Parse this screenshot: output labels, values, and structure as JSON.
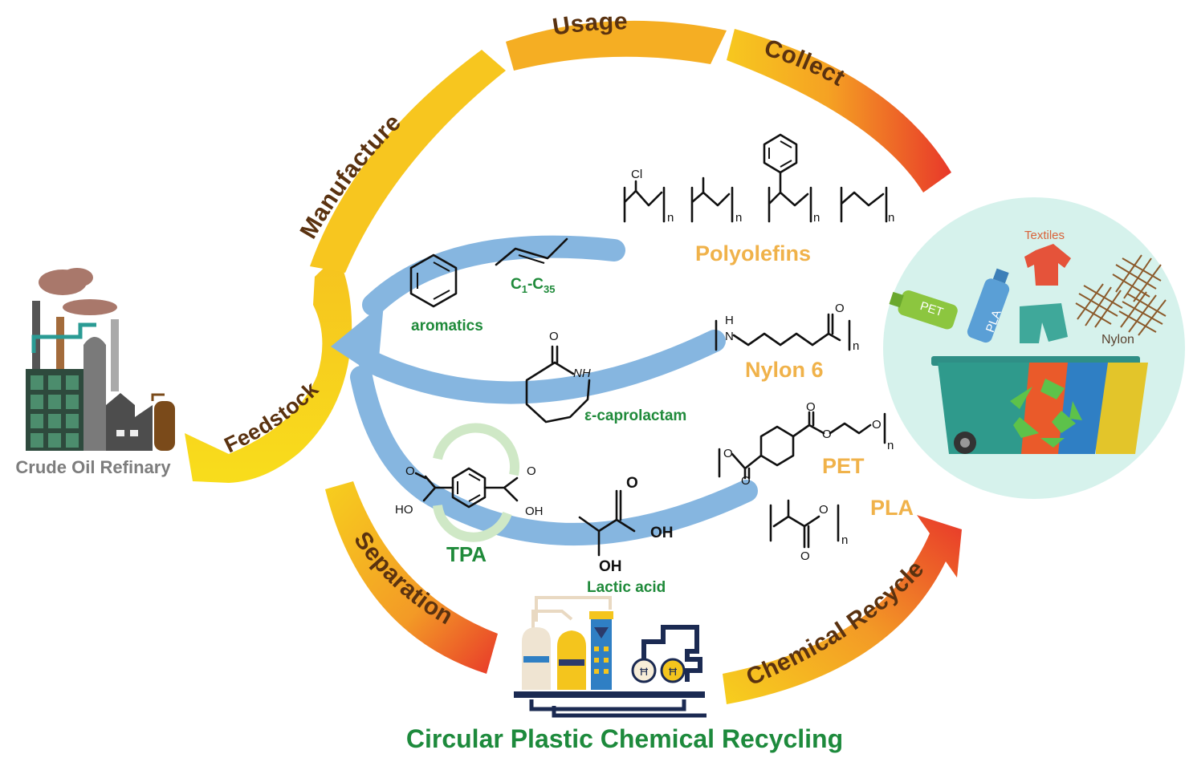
{
  "title": "Circular Plastic Chemical Recycling",
  "refinery_label": "Crude Oil Refinary",
  "cycle_steps": {
    "manufacture": "Manufacture",
    "usage": "Usage",
    "collect": "Collect",
    "feedstock": "Feedstock",
    "separation": "Separation",
    "chemical_recycle": "Chemical Recycle"
  },
  "plastics": {
    "polyolefins": "Polyolefins",
    "nylon6": "Nylon 6",
    "pet": "PET",
    "pla": "PLA"
  },
  "monomers": {
    "aromatics": "aromatics",
    "c1": "C",
    "c1_sub": "1",
    "dash": "-C",
    "c35_sub": "35",
    "caprolactam": "ε-caprolactam",
    "tpa": "TPA",
    "lactic_acid": "Lactic acid"
  },
  "waste_labels": {
    "textiles": "Textiles",
    "pet_bottle": "PET",
    "pla_bottle": "PLA",
    "nylon": "Nylon"
  },
  "atoms": {
    "cl": "Cl",
    "n": "n",
    "h": "H",
    "nitrogen": "N",
    "o": "O",
    "nh": "NH",
    "ho": "HO",
    "oh": "OH"
  },
  "colors": {
    "flow_arrow": "#86b6e0",
    "cycle_yellow": "#f7d21e",
    "cycle_orange": "#f39a26",
    "cycle_red": "#e8382a",
    "monomer_text": "#1f8a3a",
    "plastic_text": "#f0b24a",
    "cycle_text": "#5a3210",
    "title_text": "#1d8a3c",
    "bin_circle": "#d6f2ec"
  }
}
